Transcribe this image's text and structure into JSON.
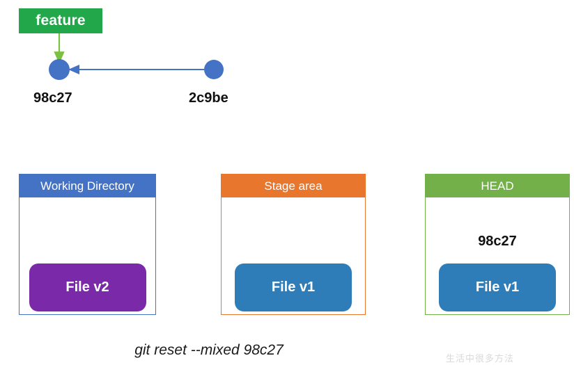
{
  "diagram": {
    "title": "git reset --mixed 98c27",
    "caption": "git reset --mixed 98c27",
    "watermark": "生活中很多方法"
  },
  "branch": {
    "label": "feature",
    "color": "#22a74a",
    "text_color": "#ffffff",
    "pointer_color": "#7ac143"
  },
  "commits": [
    {
      "hash": "98c27",
      "color": "#4472c4"
    },
    {
      "hash": "2c9be",
      "color": "#4472c4"
    }
  ],
  "commit_edge": {
    "from": "2c9be",
    "to": "98c27",
    "color": "#4472c4",
    "direction": "left"
  },
  "panels": [
    {
      "name": "working-directory",
      "title": "Working Directory",
      "header_color": "#4472c4",
      "border_color": "#4472c4",
      "subtitle": "",
      "file": {
        "label": "File v2",
        "color": "#7a2aa8"
      }
    },
    {
      "name": "stage-area",
      "title": "Stage area",
      "header_color": "#e8762c",
      "border_color": "#e8762c",
      "subtitle": "",
      "file": {
        "label": "File v1",
        "color": "#2e7db8"
      }
    },
    {
      "name": "head",
      "title": "HEAD",
      "header_color": "#74b04a",
      "border_color": "#74b04a",
      "subtitle": "98c27",
      "file": {
        "label": "File v1",
        "color": "#2e7db8"
      }
    }
  ]
}
